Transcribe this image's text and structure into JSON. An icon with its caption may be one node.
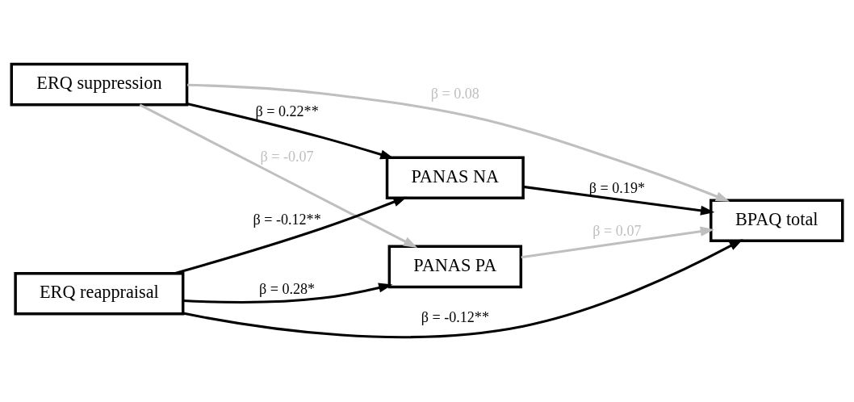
{
  "diagram": {
    "nodes": [
      {
        "text": [
          "ERQ suppression"
        ]
      },
      {
        "text": [
          "PANAS NA"
        ]
      },
      {
        "text": [
          "PANAS PA"
        ]
      },
      {
        "text": [
          "BPAQ total"
        ]
      },
      {
        "text": [
          "ERQ reappraisal"
        ]
      }
    ],
    "edges": [
      {
        "from": 0,
        "to": 3,
        "arrow": "to",
        "label": "β = 0.08",
        "color": "#bfbfbf"
      },
      {
        "from": 0,
        "to": 1,
        "arrow": "to",
        "label": "β = 0.22**"
      },
      {
        "from": 0,
        "to": 2,
        "arrow": "to",
        "label": "β = -0.07",
        "color": "#bfbfbf"
      },
      {
        "from": 1,
        "to": 3,
        "arrow": "to",
        "label": "β = 0.19*"
      },
      {
        "from": 2,
        "to": 3,
        "arrow": "to",
        "label": "β = 0.07",
        "color": "#bfbfbf"
      },
      {
        "from": 4,
        "to": 1,
        "arrow": "to",
        "label": "β = -0.12**"
      },
      {
        "from": 4,
        "to": 2,
        "arrow": "to",
        "label": "β = 0.28*"
      },
      {
        "from": 4,
        "to": 3,
        "arrow": "to",
        "label": "β = -0.12**"
      }
    ]
  }
}
